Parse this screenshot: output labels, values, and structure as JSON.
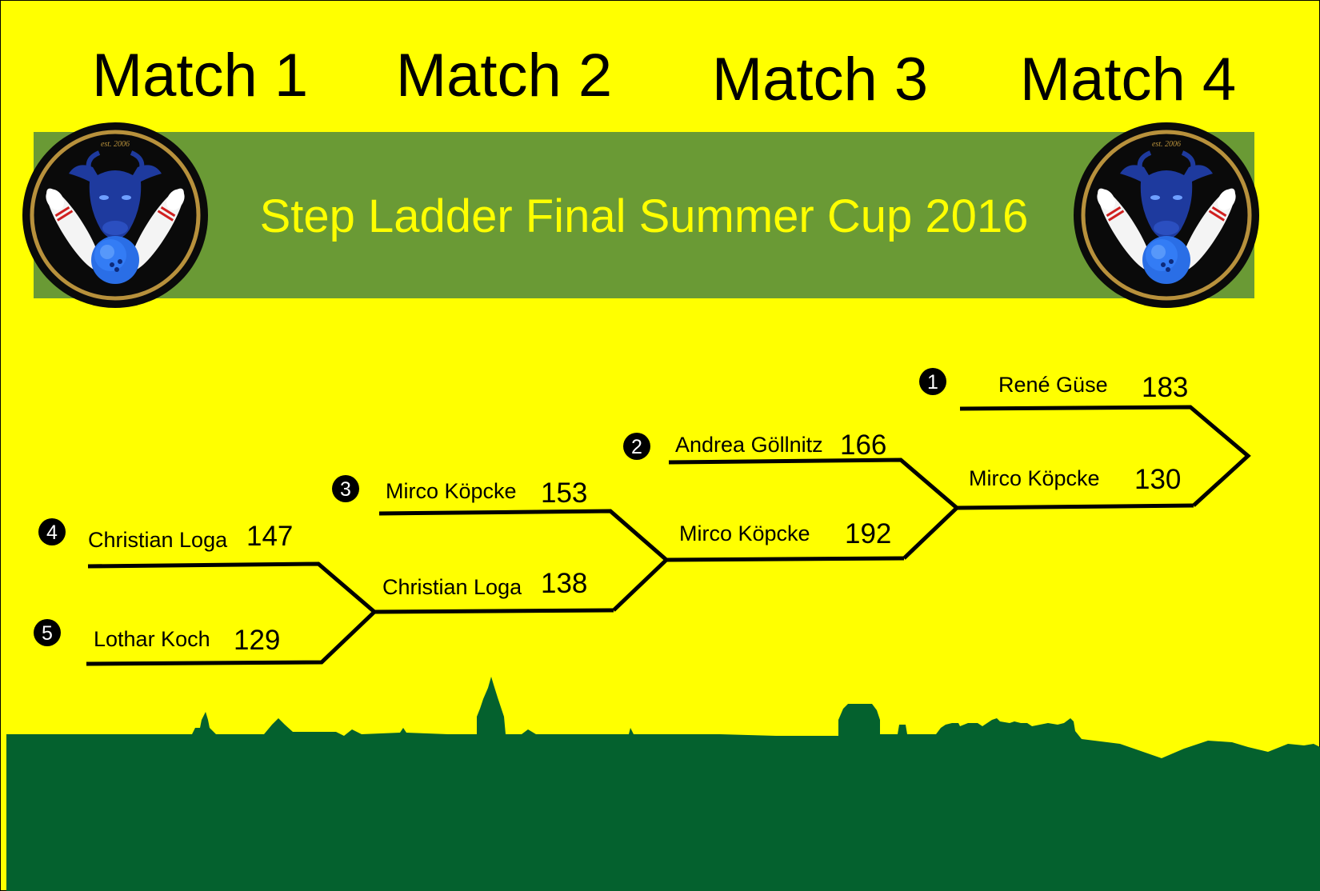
{
  "matches": [
    "Match 1",
    "Match 2",
    "Match 3",
    "Match 4"
  ],
  "banner": {
    "title": "Step Ladder Final Summer Cup 2016",
    "logo_text": "est. 2006",
    "bg_color": "#6a9a35",
    "title_color": "#ffff00"
  },
  "seeds": [
    "1",
    "2",
    "3",
    "4",
    "5"
  ],
  "players": {
    "m1_top": {
      "name": "Christian Loga",
      "score": "147"
    },
    "m1_bottom": {
      "name": "Lothar Koch",
      "score": "129"
    },
    "m2_top": {
      "name": "Mirco Köpcke",
      "score": "153"
    },
    "m2_bottom": {
      "name": "Christian Loga",
      "score": "138"
    },
    "m3_top": {
      "name": "Andrea Göllnitz",
      "score": "166"
    },
    "m3_bottom": {
      "name": "Mirco Köpcke",
      "score": "192"
    },
    "m4_top": {
      "name": "René Güse",
      "score": "183"
    },
    "m4_bottom": {
      "name": "Mirco Köpcke",
      "score": "130"
    }
  },
  "colors": {
    "background": "#ffff00",
    "skyline": "#04612e",
    "bull": "#1e3a9e",
    "ball": "#2a6ee6",
    "logo_ring": "#b8913c"
  }
}
